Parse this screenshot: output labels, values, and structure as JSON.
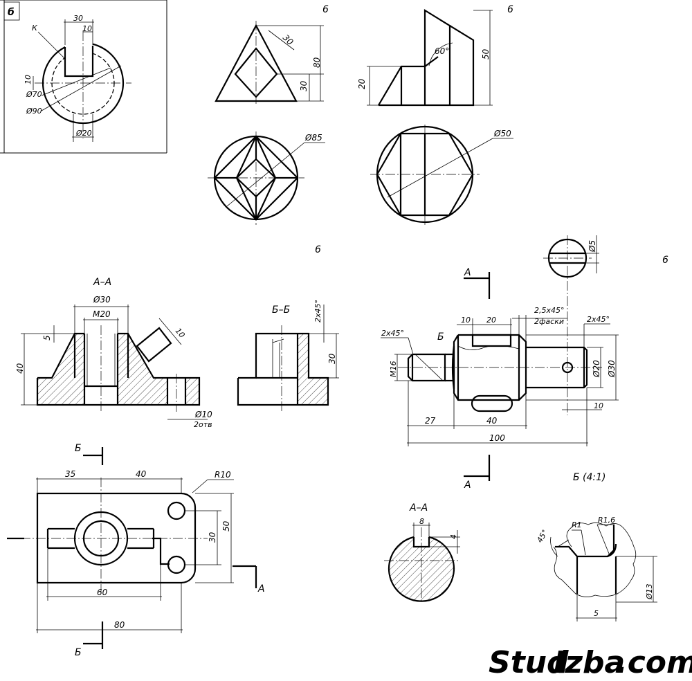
{
  "variant": "6",
  "top_left": {
    "variant": "б",
    "label_k": "К",
    "dims": [
      "30",
      "10",
      "10",
      "Ø70",
      "Ø90",
      "Ø20"
    ]
  },
  "cone_task": {
    "variant": "6",
    "dims": [
      "30",
      "80",
      "30",
      "Ø85"
    ]
  },
  "prism_task": {
    "variant": "6",
    "dims": [
      "60°",
      "50",
      "20",
      "Ø50"
    ]
  },
  "bracket_task": {
    "variant": "6",
    "section_aa": "А–А",
    "section_bb": "Б–Б",
    "dims": [
      "Ø30",
      "М20",
      "5",
      "40",
      "10",
      "2х45°",
      "30",
      "Ø10",
      "2отв"
    ],
    "plan_dims": [
      "35",
      "40",
      "R10",
      "30",
      "50",
      "60",
      "80"
    ],
    "markers": [
      "Б",
      "Б",
      "А"
    ]
  },
  "shaft_task": {
    "variant": "6",
    "dims": [
      "Ø5",
      "10",
      "20",
      "2,5х45°",
      "2фаски",
      "2х45°",
      "2х45°",
      "М16",
      "Ø20",
      "Ø30",
      "10",
      "27",
      "40",
      "100"
    ],
    "markers": [
      "А",
      "А",
      "Б"
    ],
    "section_aa": "А–А",
    "section_aa_dims": [
      "8",
      "4"
    ],
    "detail_title": "Б (4:1)",
    "detail_dims": [
      "45°",
      "R1",
      "R1,6",
      "Ø13",
      "5"
    ]
  },
  "watermark": {
    "part1": "Stud",
    "part2": "Izba",
    "part3": ".com",
    "color1": "#f0b400",
    "color2": "#7cb820"
  }
}
